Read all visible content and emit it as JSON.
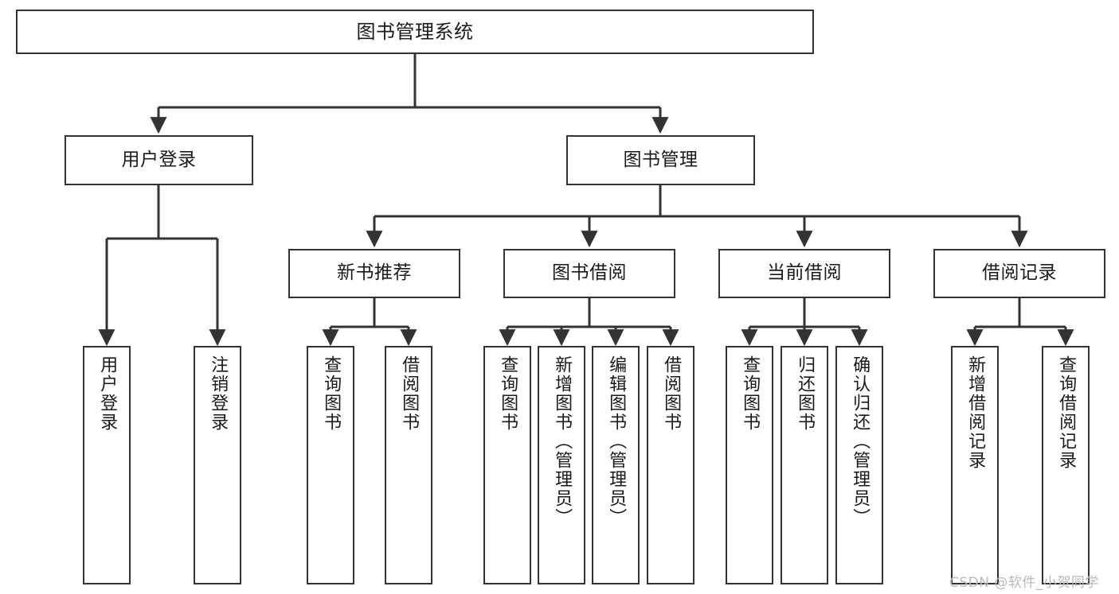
{
  "diagram": {
    "title": "图书管理系统",
    "type": "功能结构图",
    "style": {
      "box_border_color": "#333333",
      "box_fill_color": "#ffffff",
      "line_color": "#333333",
      "text_color": "#1a1a1a",
      "background": "#ffffff",
      "watermark_color": "#b9b9b9"
    },
    "nodes": {
      "root": {
        "label": "图书管理系统"
      },
      "level2": [
        {
          "id": "user-login",
          "label": "用户登录"
        },
        {
          "id": "book-manage",
          "label": "图书管理"
        }
      ],
      "level3": [
        {
          "id": "new-book-recommend",
          "label": "新书推荐"
        },
        {
          "id": "book-borrow",
          "label": "图书借阅"
        },
        {
          "id": "current-borrow",
          "label": "当前借阅"
        },
        {
          "id": "borrow-record",
          "label": "借阅记录"
        }
      ],
      "leaves": [
        {
          "id": "leaf-user-login",
          "label": "用户登录",
          "parent": "user-login"
        },
        {
          "id": "leaf-user-logout",
          "label": "注销登录",
          "parent": "user-login"
        },
        {
          "id": "leaf-query-book-1",
          "label": "查询图书",
          "parent": "new-book-recommend"
        },
        {
          "id": "leaf-borrow-book-1",
          "label": "借阅图书",
          "parent": "new-book-recommend"
        },
        {
          "id": "leaf-query-book-2",
          "label": "查询图书",
          "parent": "book-borrow"
        },
        {
          "id": "leaf-add-book",
          "label": "新增图书（管理员）",
          "parent": "book-borrow"
        },
        {
          "id": "leaf-edit-book",
          "label": "编辑图书（管理员）",
          "parent": "book-borrow"
        },
        {
          "id": "leaf-borrow-book-2",
          "label": "借阅图书",
          "parent": "book-borrow"
        },
        {
          "id": "leaf-query-book-3",
          "label": "查询图书",
          "parent": "current-borrow"
        },
        {
          "id": "leaf-return-book",
          "label": "归还图书",
          "parent": "current-borrow"
        },
        {
          "id": "leaf-confirm-return",
          "label": "确认归还（管理员）",
          "parent": "current-borrow"
        },
        {
          "id": "leaf-add-record",
          "label": "新增借阅记录",
          "parent": "borrow-record"
        },
        {
          "id": "leaf-query-record",
          "label": "查询借阅记录",
          "parent": "borrow-record"
        }
      ]
    },
    "watermark": "CSDN @软件_小贺同学"
  }
}
